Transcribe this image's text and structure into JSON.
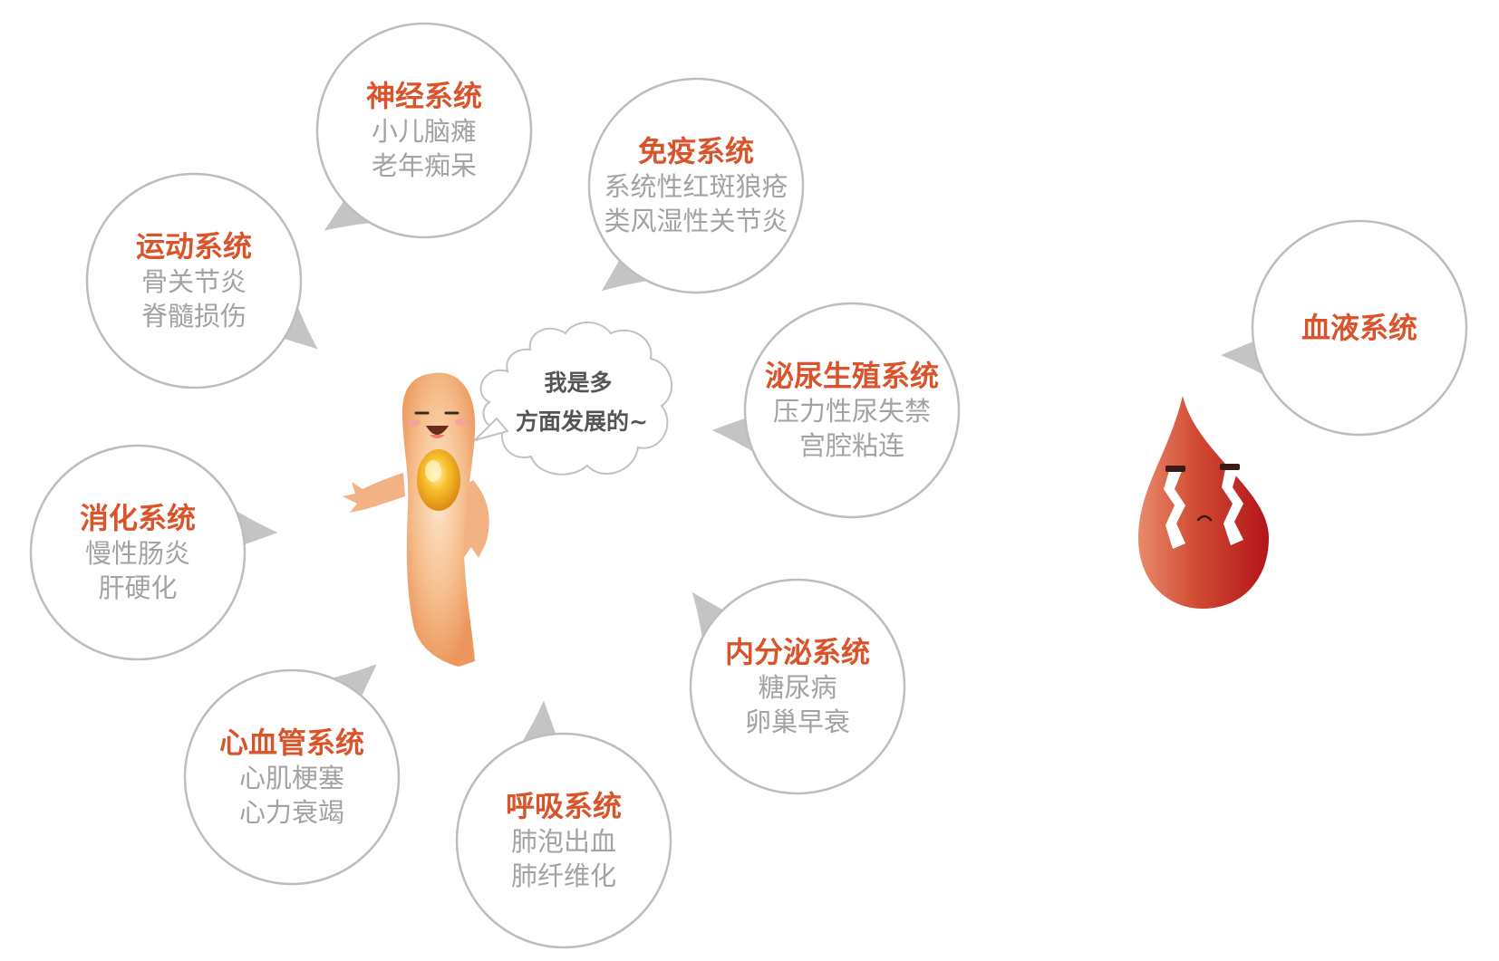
{
  "colors": {
    "title": "#d9542b",
    "text": "#a3a3a3",
    "bubble_stroke": "#bdbdbd",
    "bubble_fill": "#ffffff",
    "tail_fill": "#c4c4c4",
    "cloud_stroke": "#c2c2c2",
    "cloud_text": "#555555",
    "character": "#ef9e6a",
    "character_light": "#fde3c9",
    "heart": "#f2a521",
    "drop_dark": "#b8141c",
    "drop_light": "#e8785c"
  },
  "speech": {
    "line1": "我是多",
    "line2": "方面发展的~"
  },
  "bubbles": [
    {
      "id": "nervous",
      "title": "神经系统",
      "lines": [
        "小儿脑瘫",
        "老年痴呆"
      ]
    },
    {
      "id": "immune",
      "title": "免疫系统",
      "lines": [
        "系统性红斑狼疮",
        "类风湿性关节炎"
      ]
    },
    {
      "id": "motor",
      "title": "运动系统",
      "lines": [
        "骨关节炎",
        "脊髓损伤"
      ]
    },
    {
      "id": "urogenital",
      "title": "泌尿生殖系统",
      "lines": [
        "压力性尿失禁",
        "宫腔粘连"
      ]
    },
    {
      "id": "digestive",
      "title": "消化系统",
      "lines": [
        "慢性肠炎",
        "肝硬化"
      ]
    },
    {
      "id": "endocrine",
      "title": "内分泌系统",
      "lines": [
        "糖尿病",
        "卵巢早衰"
      ]
    },
    {
      "id": "cardiovascular",
      "title": "心血管系统",
      "lines": [
        "心肌梗塞",
        "心力衰竭"
      ]
    },
    {
      "id": "respiratory",
      "title": "呼吸系统",
      "lines": [
        "肺泡出血",
        "肺纤维化"
      ]
    },
    {
      "id": "blood",
      "title": "血液系统",
      "lines": []
    }
  ]
}
